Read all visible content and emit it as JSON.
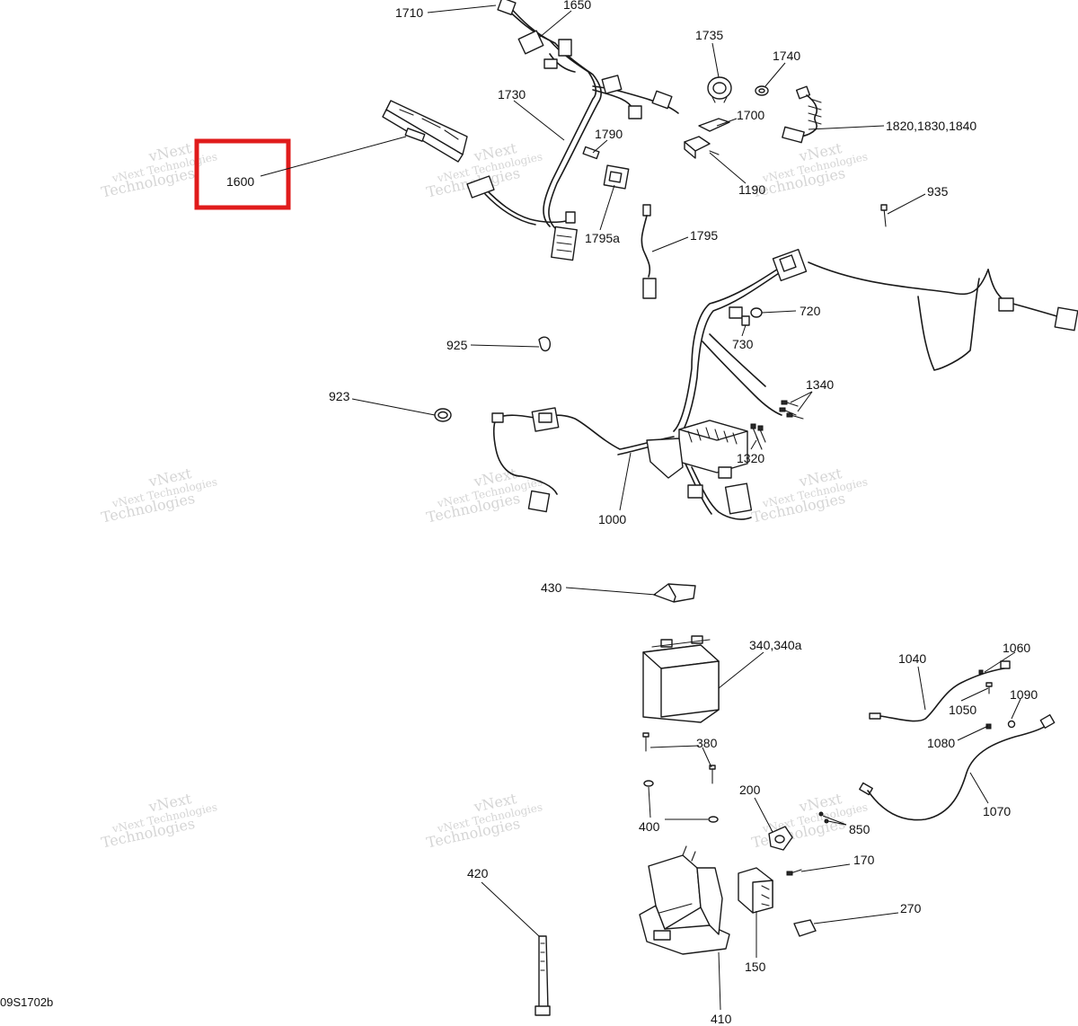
{
  "diagram": {
    "code": "09S1702b",
    "highlight_color": "#e01b1b",
    "watermark_line1": "vNext",
    "watermark_line2": "vNext Technologies",
    "watermark_line3": "Technologies"
  },
  "callouts": {
    "c1710": "1710",
    "c1650": "1650",
    "c1735": "1735",
    "c1740": "1740",
    "c1730": "1730",
    "c1700": "1700",
    "c1820": "1820,1830,1840",
    "c1600": "1600",
    "c1790": "1790",
    "c1190": "1190",
    "c935": "935",
    "c1795a": "1795a",
    "c1795": "1795",
    "c720": "720",
    "c730": "730",
    "c925": "925",
    "c923": "923",
    "c1340": "1340",
    "c1320": "1320",
    "c1000": "1000",
    "c430": "430",
    "c340": "340,340a",
    "c1040": "1040",
    "c1060": "1060",
    "c1050": "1050",
    "c1090": "1090",
    "c380": "380",
    "c1080": "1080",
    "c200": "200",
    "c1070": "1070",
    "c400": "400",
    "c850": "850",
    "c420": "420",
    "c170": "170",
    "c270": "270",
    "c150": "150",
    "c410": "410"
  }
}
